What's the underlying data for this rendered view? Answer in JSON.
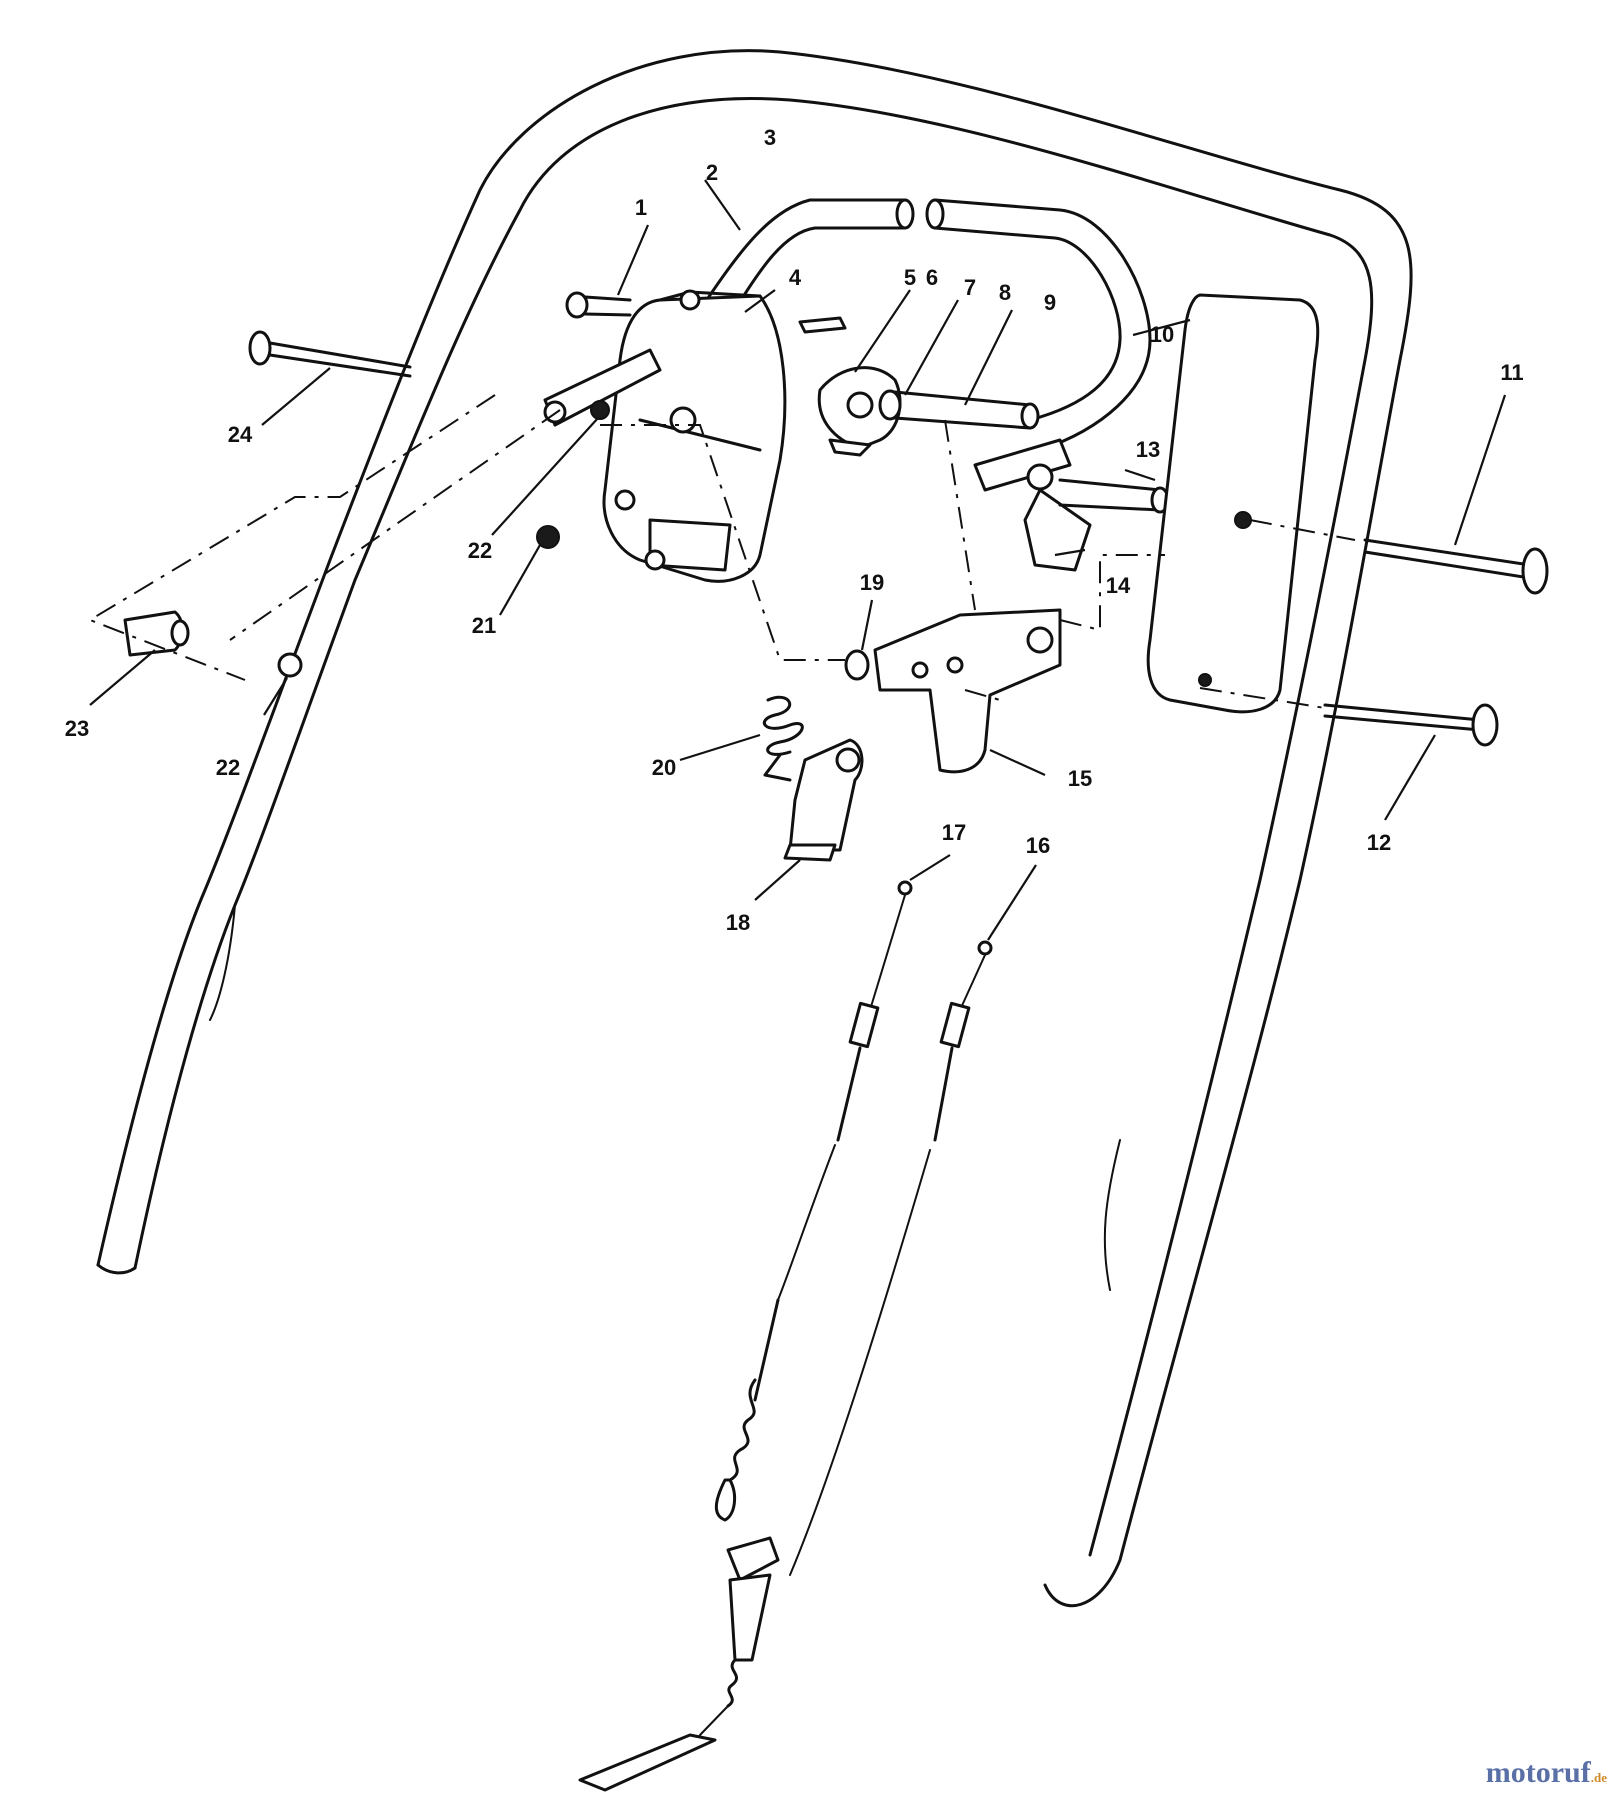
{
  "diagram": {
    "callouts": [
      "1",
      "2",
      "3",
      "4",
      "5",
      "6",
      "7",
      "8",
      "9",
      "10",
      "11",
      "12",
      "13",
      "14",
      "15",
      "16",
      "17",
      "18",
      "19",
      "20",
      "21",
      "22",
      "22",
      "23",
      "24"
    ]
  },
  "watermark": {
    "main": "motoruf",
    "tld": ".de",
    "colors": {
      "main": "#5a6fa6",
      "tld": "#d08a2a"
    }
  }
}
